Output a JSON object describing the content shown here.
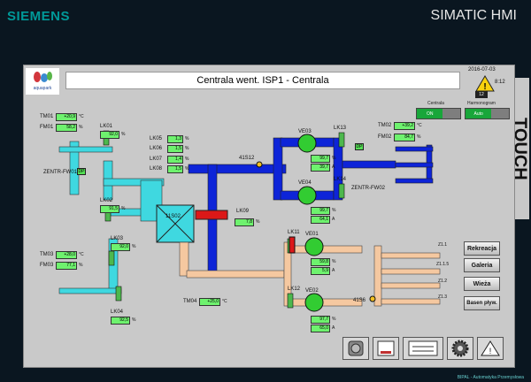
{
  "header": {
    "brand": "SIEMENS",
    "product": "SIMATIC HMI",
    "touch": "TOUCH"
  },
  "panel": {
    "title": "Centrala went. ISP1 - Centrala",
    "date": "2016-07-03",
    "time": "8:12",
    "alarm_count": "12",
    "logo_text": "aquapark"
  },
  "toggles": {
    "centrala": {
      "label": "Centrala",
      "state": "ON"
    },
    "harmonogram": {
      "label": "Harmonogram",
      "state": "Auto"
    }
  },
  "sensors": [
    {
      "name": "TM01",
      "value": "+20,9",
      "unit": "°C"
    },
    {
      "name": "FM01",
      "value": "58,2",
      "unit": "%"
    },
    {
      "name": "TM02",
      "value": "+39,2",
      "unit": "°C"
    },
    {
      "name": "FM02",
      "value": "84,7",
      "unit": "%"
    },
    {
      "name": "TM03",
      "value": "+28,0",
      "unit": "°C"
    },
    {
      "name": "FM03",
      "value": "77,1",
      "unit": "%"
    },
    {
      "name": "TM04",
      "value": "+25,0",
      "unit": "°C"
    }
  ],
  "dampers": [
    {
      "name": "LK01",
      "value": "92,0",
      "unit": "%"
    },
    {
      "name": "LK02",
      "value": "91,5",
      "unit": "%"
    },
    {
      "name": "LK03",
      "value": "92,0",
      "unit": "%"
    },
    {
      "name": "LK04",
      "value": "92,5",
      "unit": "%"
    },
    {
      "name": "LK05",
      "value": "1,3",
      "unit": "%"
    },
    {
      "name": "LK06",
      "value": "1,5",
      "unit": "%"
    },
    {
      "name": "LK07",
      "value": "1,4",
      "unit": "%"
    },
    {
      "name": "LK08",
      "value": "1,5",
      "unit": "%"
    },
    {
      "name": "LK09",
      "value": "7,8",
      "unit": "%"
    }
  ],
  "misc_labels": {
    "exchanger": "11S02",
    "zentr_fw01": "ZENTR-FW01",
    "zentr_fw02": "ZENTR-FW02",
    "s12": "41S12",
    "s6": "41S6",
    "lk11": "LK11",
    "lk12": "LK12",
    "lk13": "LK13",
    "lk14": "LK14",
    "dp": "DP"
  },
  "fans": [
    {
      "name": "VE03",
      "value1": "99,7",
      "unit1": "%",
      "value2": "39,7",
      "unit2": "A"
    },
    {
      "name": "VE04",
      "value1": "99,7",
      "unit1": "%",
      "value2": "64,1",
      "unit2": "A"
    },
    {
      "name": "VE01",
      "value1": "59,8",
      "unit1": "%",
      "value2": "5,9",
      "unit2": "A"
    },
    {
      "name": "VE02",
      "value1": "97,7",
      "unit1": "%",
      "value2": "65,0",
      "unit2": "A"
    }
  ],
  "zones": [
    "Z1.1",
    "Z1.1.5",
    "Z1.2",
    "Z1.3"
  ],
  "zone_buttons": [
    "Rekreacja",
    "Galeria",
    "Wieża",
    "Basen pływ."
  ],
  "footer": {
    "credit": "BIPAL - Automatyka Przemysłowa"
  }
}
